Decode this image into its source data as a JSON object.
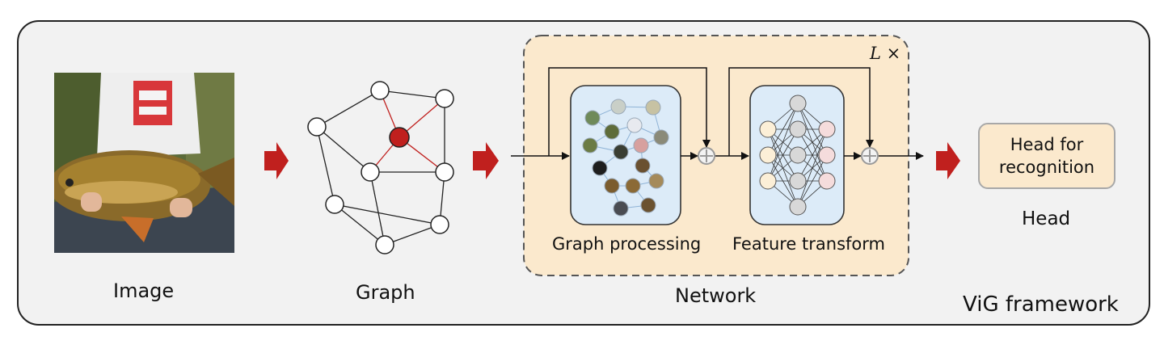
{
  "labels": {
    "image": "Image",
    "graph": "Graph",
    "network": "Network",
    "graph_processing": "Graph processing",
    "feature_transform": "Feature transform",
    "head_box": "Head for recognition",
    "head": "Head",
    "framework": "ViG framework",
    "repeat_symbol": "L",
    "repeat_times": "×"
  },
  "colors": {
    "frame_bg": "#f2f2f2",
    "frame_border": "#222222",
    "network_bg": "#fbe9cd",
    "block_bg": "#dcebf8",
    "arrow_red": "#c0201e",
    "highlight_node": "#c0201e"
  }
}
